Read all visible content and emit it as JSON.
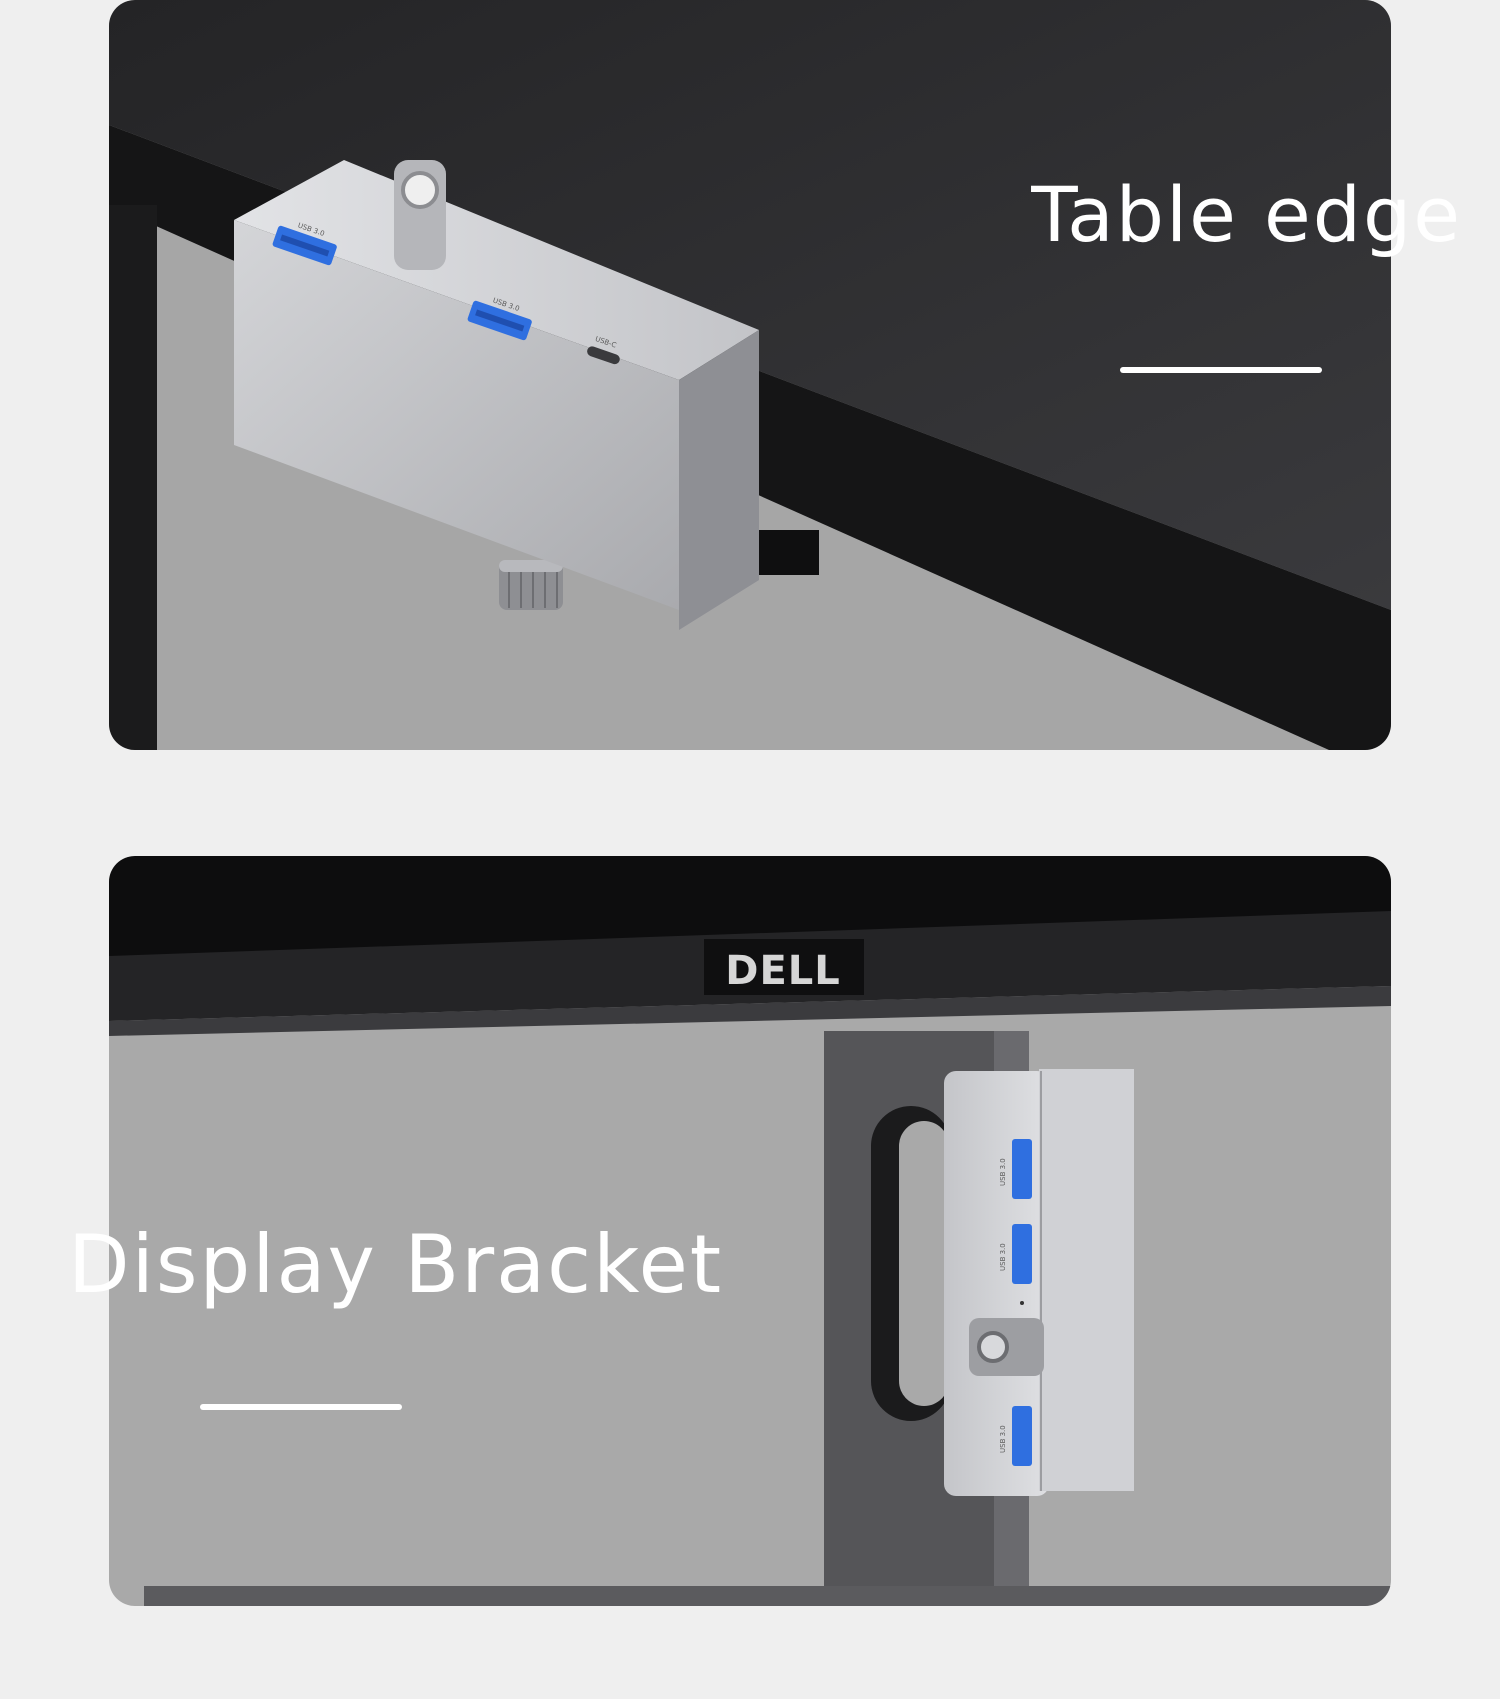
{
  "scenes": [
    {
      "caption": "Table edge",
      "port_labels": [
        "USB 3.0",
        "USB 3.0",
        "USB-C"
      ]
    },
    {
      "caption": "Display Bracket",
      "brand": "DELL",
      "port_labels": [
        "USB 3.0",
        "USB 3.0",
        "USB 3.0"
      ]
    }
  ],
  "colors": {
    "background": "#efefef",
    "desk": "#2c2c2e",
    "hub_aluminum": "#c9cacd",
    "usb_port_blue": "#2f6fe0",
    "caption_text": "#ffffff",
    "wall_gray": "#a9a9a9"
  }
}
